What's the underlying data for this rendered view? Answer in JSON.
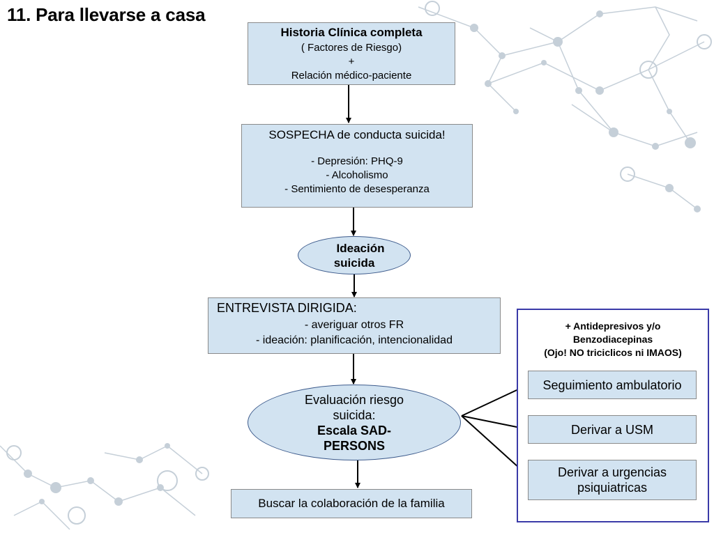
{
  "title": "11. Para llevarse a casa",
  "historia": {
    "heading": "Historia Clínica completa",
    "line1": "( Factores de Riesgo)",
    "plus": "+",
    "line2": "Relación médico-paciente"
  },
  "sospecha": {
    "heading": "SOSPECHA de conducta suicida!",
    "items": [
      "- Depresión: PHQ-9",
      "- Alcoholismo",
      "- Sentimiento de desesperanza"
    ]
  },
  "ideacion": {
    "line1": "Ideación",
    "line2": "suicida"
  },
  "entrevista": {
    "heading": "ENTREVISTA DIRIGIDA:",
    "item1": "- averiguar otros FR",
    "item2": "- ideación: planificación, intencionalidad"
  },
  "evaluacion": {
    "line1": "Evaluación riesgo",
    "line2": "suicida:",
    "line3": "Escala SAD-",
    "line4": "PERSONS"
  },
  "familia": "Buscar la colaboración de la familia",
  "medicacion": {
    "line1": "+ Antidepresivos y/o",
    "line2": "Benzodiacepinas",
    "line3": "(Ojo! NO triciclicos ni IMAOS)"
  },
  "outcomes": {
    "seguimiento": "Seguimiento ambulatorio",
    "usm": "Derivar a USM",
    "urgencias_line1": "Derivar a urgencias",
    "urgencias_line2": "psiquiatricas"
  },
  "colors": {
    "box_fill": "#d2e3f1",
    "box_border": "#8a8a8a",
    "frame_border": "#3a3aa8",
    "network": "#b8c4cf"
  }
}
